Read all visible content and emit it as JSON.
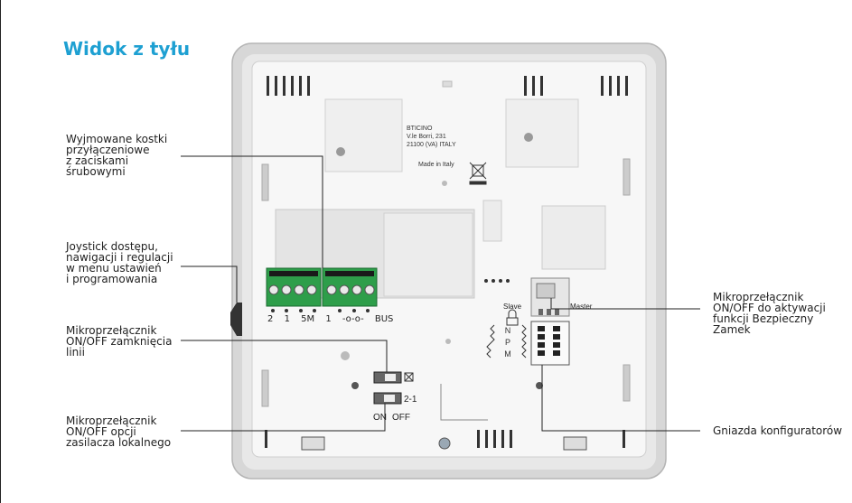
{
  "title": "Widok z tyłu",
  "callouts": {
    "terminals": "Wyjmowane kostki\nprzyłączeniowe\nz zaciskami\nśrubowymi",
    "joystick": "Joystick dostępu,\nnawigacji i regulacji\nw menu ustawień\ni programowania",
    "line_switch": "Mikroprzełącznik\nON/OFF zamknięcia\nlinii",
    "power_switch": "Mikroprzełącznik\nON/OFF opcji\nzasilacza lokalnego",
    "safe_lock_switch": "Mikroprzełącznik\nON/OFF do aktywacji\nfunkcji Bezpieczny\nZamek",
    "configurator_sockets": "Gniazda konfiguratorów"
  },
  "device": {
    "maker_text": "BTICINO\nV.le Borri, 231\n21100 (VA) ITALY",
    "made_in": "Made in Italy",
    "terminal_labels": [
      "2",
      "1",
      "5M",
      "1",
      "-o-o-",
      "BUS"
    ],
    "slave": "Slave",
    "master": "Master",
    "npm": [
      "N",
      "P",
      "M"
    ],
    "on_label": "ON",
    "off_label": "OFF",
    "two_one": "2-1",
    "weee_icon": "crossed-bin-icon",
    "lock_icon": "lock-icon"
  }
}
